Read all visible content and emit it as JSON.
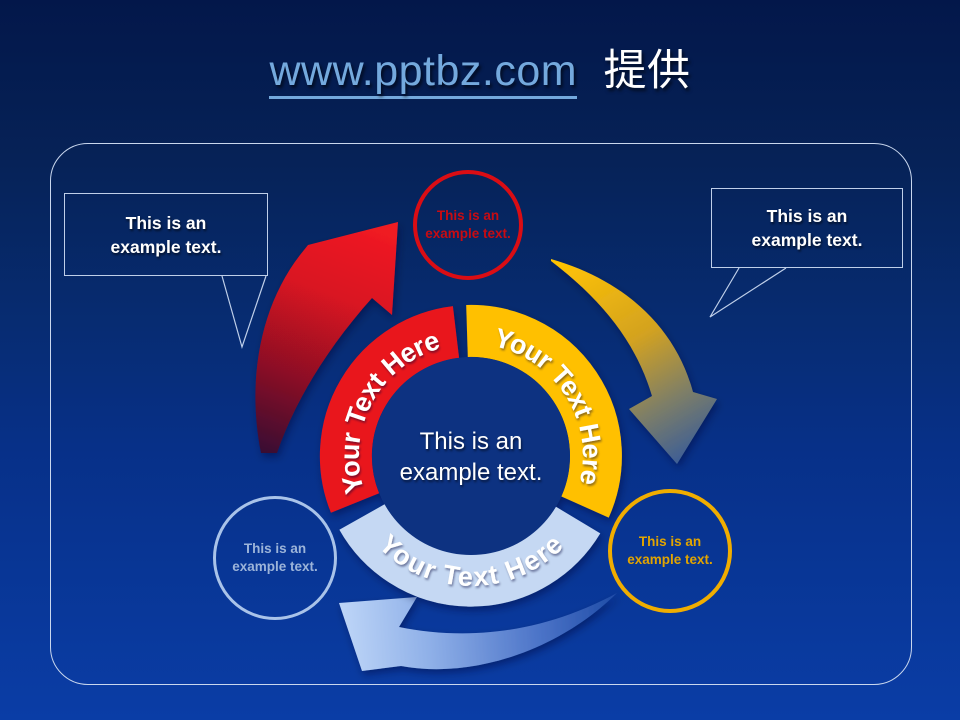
{
  "title": {
    "link_text": "www.pptbz.com",
    "suffix_text": "提供"
  },
  "ring": {
    "segments": [
      {
        "id": "red",
        "label": "Your Text Here",
        "color": "#e9141f"
      },
      {
        "id": "gold",
        "label": "Your Text Here",
        "color": "#ffc003"
      },
      {
        "id": "pale-blue",
        "label": "Your Text Here",
        "color": "#c5d8f3"
      }
    ],
    "center": {
      "line1": "This is an",
      "line2": "example text."
    }
  },
  "badges": {
    "top": {
      "line1": "This is an",
      "line2": "example text.",
      "color": "#da0d14"
    },
    "right": {
      "line1": "This is an",
      "line2": "example text.",
      "color": "#f0ad00"
    },
    "left": {
      "line1": "This is an",
      "line2": "example text.",
      "color": "#a9c3e9"
    }
  },
  "callouts": {
    "left": {
      "line1": "This is an",
      "line2": "example text."
    },
    "right": {
      "line1": "This is an",
      "line2": "example text."
    }
  },
  "accent_colors": {
    "red_arrow": "#e8141e",
    "gold_arrow": "#ffc003",
    "blue_arrow": "#8fb0e8",
    "link": "#74a9dd",
    "frame_border": "#c9d7ee",
    "background_top": "#03174a",
    "background_bottom": "#0a3da6"
  }
}
